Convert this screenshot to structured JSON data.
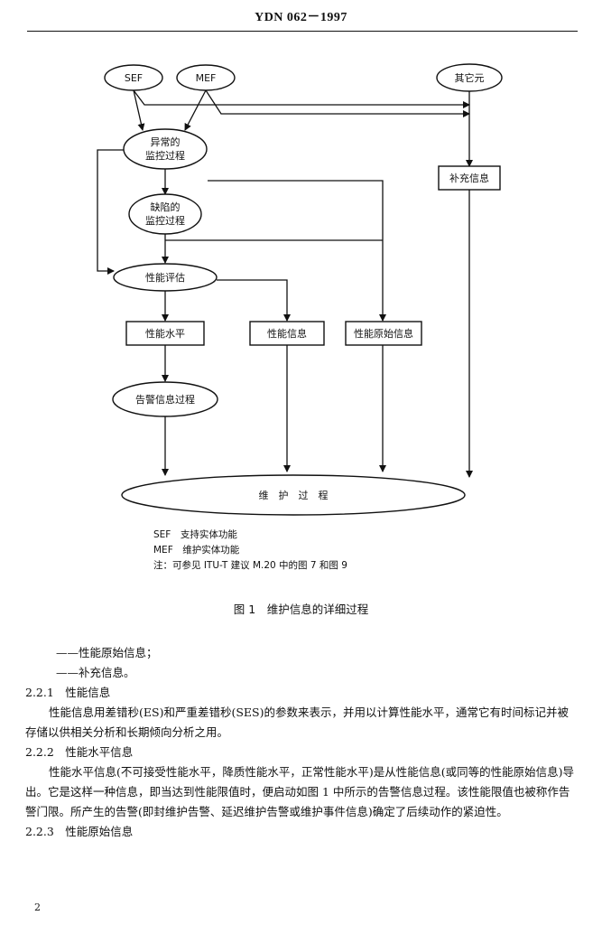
{
  "header": {
    "code": "YDN 062－1997"
  },
  "diagram": {
    "nodes": {
      "sef": "SEF",
      "mef": "MEF",
      "other": "其它元",
      "abnormal": [
        "异常的",
        "监控过程"
      ],
      "defect": [
        "缺陷的",
        "监控过程"
      ],
      "perf_eval": "性能评估",
      "supplement": "补充信息",
      "perf_level": "性能水平",
      "perf_info": "性能信息",
      "perf_raw": "性能原始信息",
      "alarm": "告警信息过程",
      "maint": "维　护　过　程"
    },
    "legend": [
      "SEF　支持实体功能",
      "MEF　维护实体功能",
      "注：可参见 ITU-T 建议 M.20 中的图 7 和图 9"
    ]
  },
  "caption": "图 1　维护信息的详细过程",
  "body": {
    "list_items": [
      "——性能原始信息；",
      "——补充信息。"
    ],
    "s1_title": "2.2.1　性能信息",
    "s1_text": "性能信息用差错秒(ES)和严重差错秒(SES)的参数来表示，并用以计算性能水平，通常它有时间标记并被存储以供相关分析和长期倾向分析之用。",
    "s2_title": "2.2.2　性能水平信息",
    "s2_text": "性能水平信息(不可接受性能水平，降质性能水平，正常性能水平)是从性能信息(或同等的性能原始信息)导出。它是这样一种信息，即当达到性能限值时，便启动如图 1 中所示的告警信息过程。该性能限值也被称作告警门限。所产生的告警(即封维护告警、延迟维护告警或维护事件信息)确定了后续动作的紧迫性。",
    "s3_title": "2.2.3　性能原始信息"
  },
  "page_number": "2"
}
